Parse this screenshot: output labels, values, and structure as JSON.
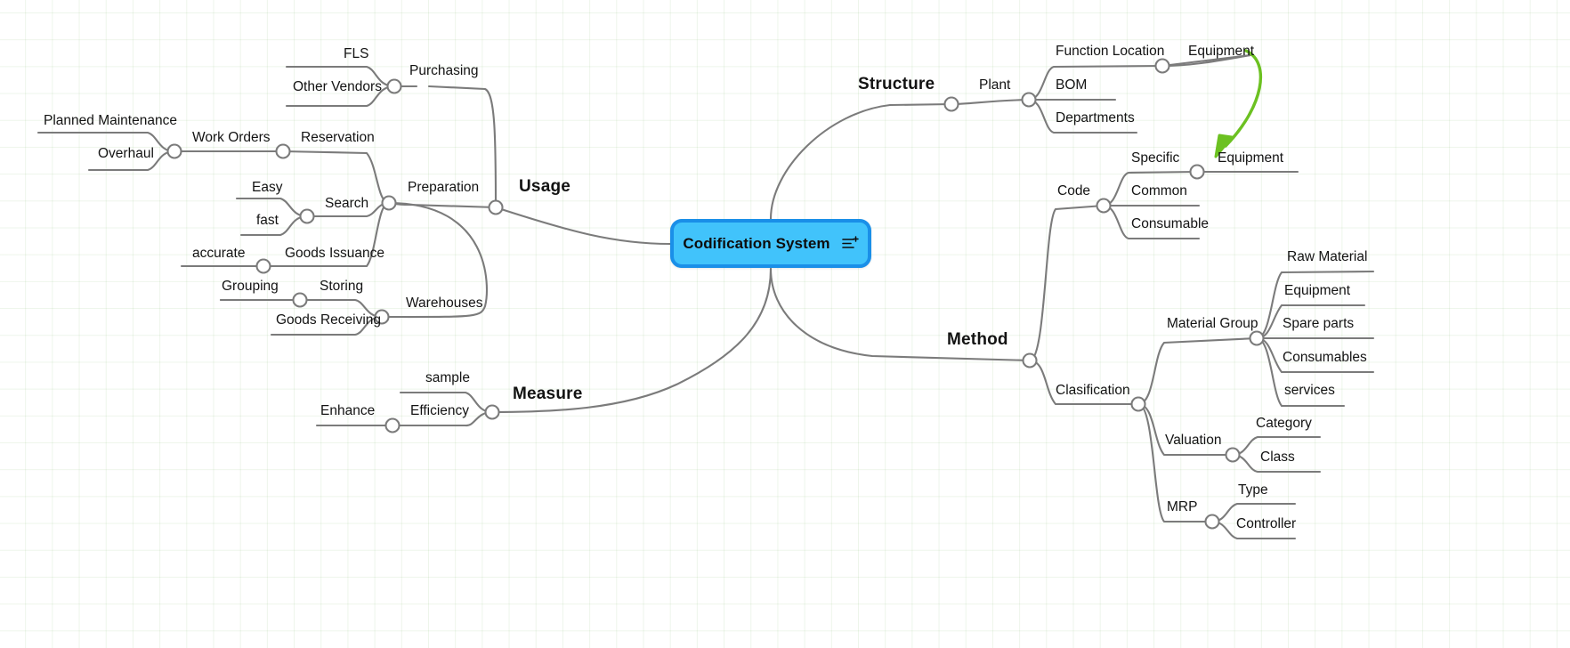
{
  "app": {
    "kind": "mindmap",
    "background": "#ffffff",
    "grid_color": "#cfe3c4"
  },
  "root": {
    "title": "Codification System",
    "icon": "notes-plus-icon",
    "fill": "#41c3fb",
    "border": "#1a8fe8",
    "text_color": "#0d0d0d"
  },
  "annotation": {
    "arrow": "green-curved-arrow",
    "color": "#6cc121"
  },
  "branches": [
    {
      "label": "Usage"
    },
    {
      "label": "Structure"
    },
    {
      "label": "Method"
    },
    {
      "label": "Measure"
    }
  ],
  "nodes": {
    "fls": "FLS",
    "other_vendors": "Other Vendors",
    "purchasing": "Purchasing",
    "planned_maintenance": "Planned Maintenance",
    "overhaul": "Overhaul",
    "work_orders": "Work Orders",
    "reservation": "Reservation",
    "easy": "Easy",
    "fast": "fast",
    "search": "Search",
    "preparation": "Preparation",
    "accurate": "accurate",
    "goods_issuance": "Goods Issuance",
    "grouping": "Grouping",
    "storing": "Storing",
    "goods_receiving": "Goods Receiving",
    "warehouses": "Warehouses",
    "sample": "sample",
    "efficiency": "Efficiency",
    "enhance": "Enhance",
    "plant": "Plant",
    "function_location": "Function Location",
    "bom": "BOM",
    "departments": "Departments",
    "equipment_top": "Equipment",
    "code": "Code",
    "specific": "Specific",
    "common": "Common",
    "consumable": "Consumable",
    "equipment_specific": "Equipment",
    "clasification": "Clasification",
    "material_group": "Material Group",
    "raw_material": "Raw Material",
    "equipment_mg": "Equipment",
    "spare_parts": "Spare parts",
    "consumables": "Consumables",
    "services": "services",
    "valuation": "Valuation",
    "category": "Category",
    "class": "Class",
    "mrp": "MRP",
    "type": "Type",
    "controller": "Controller"
  }
}
